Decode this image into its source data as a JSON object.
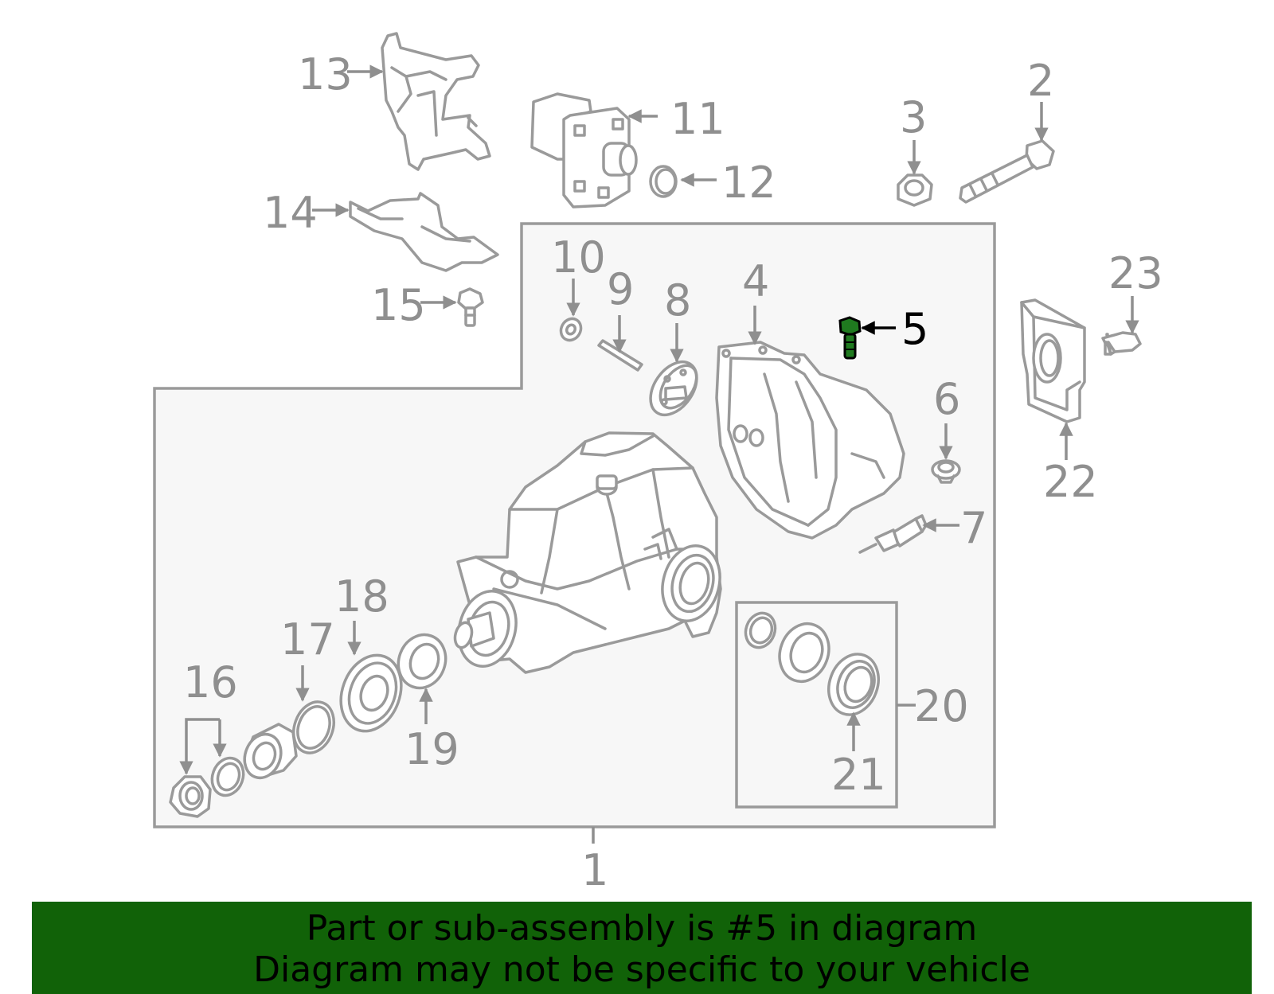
{
  "callouts": {
    "c1": "1",
    "c2": "2",
    "c3": "3",
    "c4": "4",
    "c5": "5",
    "c6": "6",
    "c7": "7",
    "c8": "8",
    "c9": "9",
    "c10": "10",
    "c11": "11",
    "c12": "12",
    "c13": "13",
    "c14": "14",
    "c15": "15",
    "c16": "16",
    "c17": "17",
    "c18": "18",
    "c19": "19",
    "c20": "20",
    "c21": "21",
    "c22": "22",
    "c23": "23"
  },
  "highlighted_part": "5",
  "banner": {
    "line1": "Part or sub-assembly is #5 in diagram",
    "line2": "Diagram may not be specific to your vehicle"
  },
  "colors": {
    "banner_bg": "#116208",
    "highlight_part": "#1f7a1f",
    "line_gray": "#9a9a9a",
    "box_fill": "#f7f7f7"
  }
}
